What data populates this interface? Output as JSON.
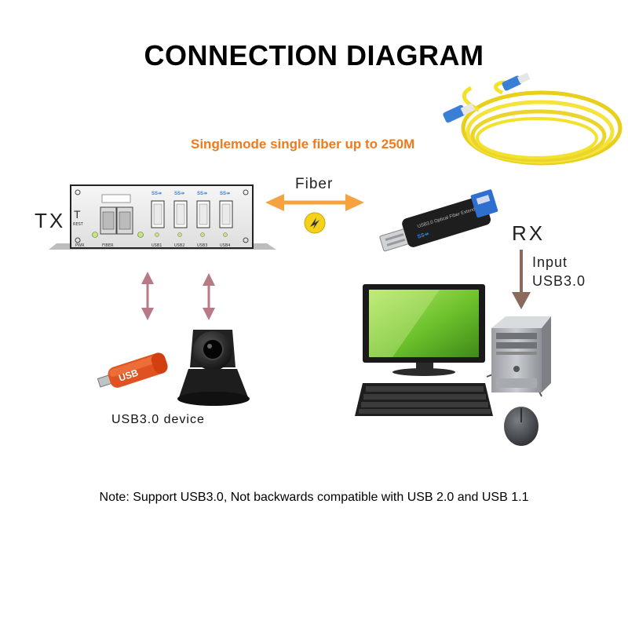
{
  "title": "CONNECTION DIAGRAM",
  "fiber_note": "Singlemode single fiber up to 250M",
  "fiber_label": "Fiber",
  "tx_label": "TX",
  "rx_label": "RX",
  "input_label": [
    "Input",
    "USB3.0"
  ],
  "device_label": "USB3.0 device",
  "note": "Note: Support USB3.0, Not backwards compatible with USB 2.0 and USB 1.1",
  "tx_panel": {
    "t_label": "T",
    "rest_label": "REST",
    "pwr_label": "PWR",
    "fiber_port_label": "FIBER",
    "ports": [
      "USB1",
      "USB2",
      "USB3",
      "USB4"
    ]
  },
  "usb_stick_text": "USB",
  "colors": {
    "title": "#000000",
    "fiber_note": "#f07a1a",
    "arrow_orange": "#f4a340",
    "arrow_mauve": "#b87a86",
    "arrow_brown": "#8b6a5e",
    "fiber_cable": "#f2e22a"
  }
}
